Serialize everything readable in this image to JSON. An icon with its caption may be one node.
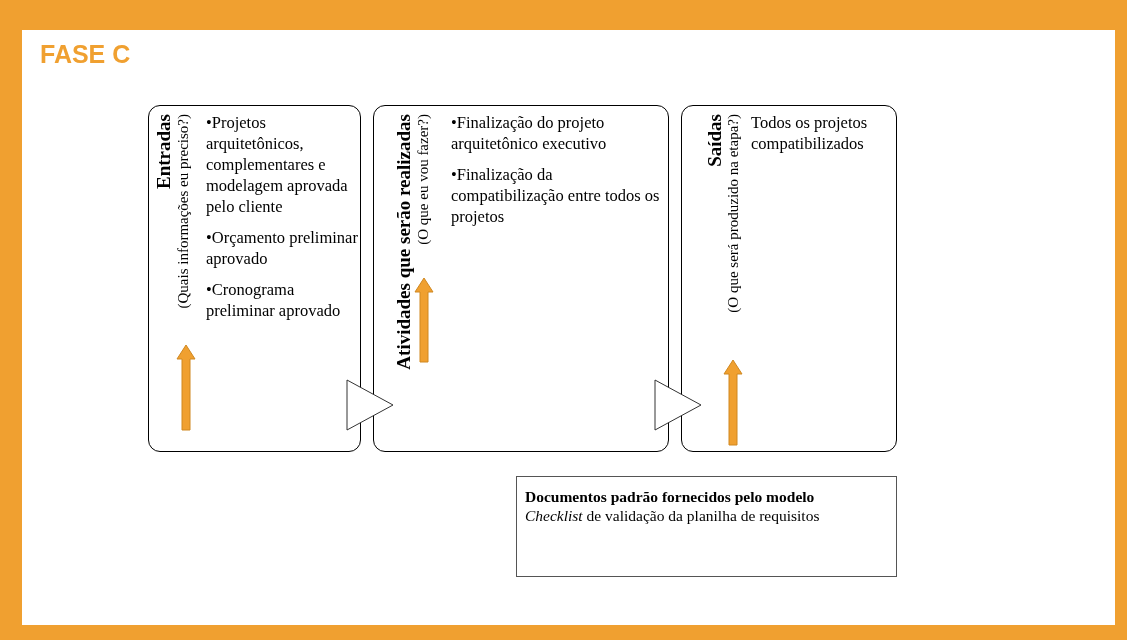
{
  "diagram": {
    "title": "FASE C",
    "nodes": [
      {
        "text": [
          "Entradas",
          "(Quais informações eu preciso?)",
          "•Projetos arquitetônicos, complementares e modelagem aprovada pelo cliente",
          "•Orçamento preliminar aprovado",
          "•Cronograma preliminar aprovado"
        ]
      },
      {
        "text": [
          "Atividades que serão realizadas",
          "(O que eu vou fazer?)",
          "•Finalização do projeto arquitetônico executivo",
          "•Finalização da compatibilização entre todos os projetos"
        ]
      },
      {
        "text": [
          "Saídas",
          "(O que será produzido na etapa?)",
          "Todos os projetos compatibilizados"
        ]
      },
      {
        "text": [
          "Documentos padrão fornecidos pelo modelo",
          "*Checklist* de validação da planilha de requisitos"
        ]
      }
    ],
    "edges": [
      {
        "from": 0,
        "to": 1,
        "arrow": "to"
      },
      {
        "from": 1,
        "to": 2,
        "arrow": "to"
      }
    ]
  }
}
